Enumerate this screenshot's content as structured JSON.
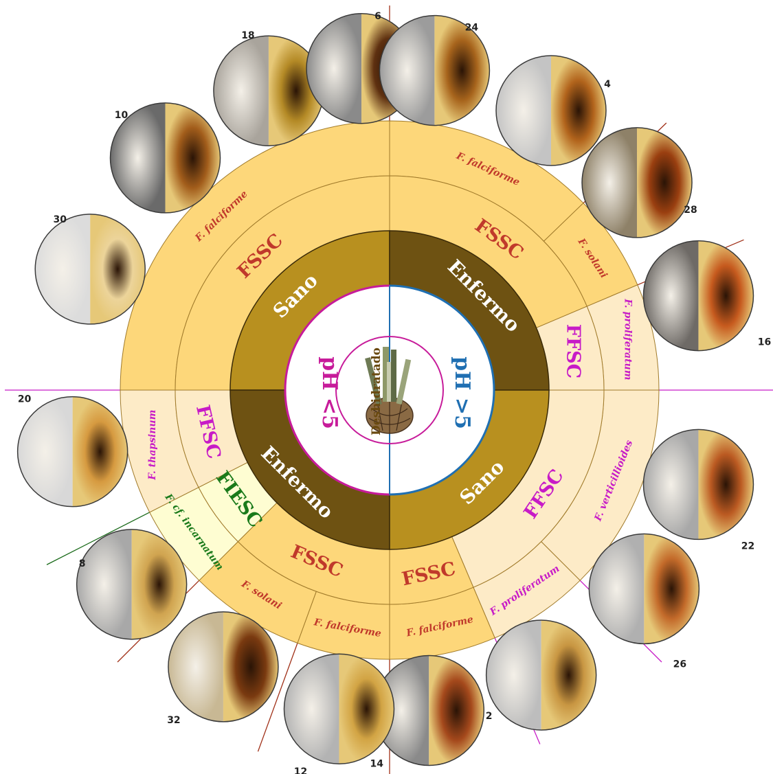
{
  "colors": {
    "sano": "#b8901f",
    "enfermo": "#6e5212",
    "fssc_fill": "#fdd77a",
    "ffsc_fill": "#fdebc7",
    "fiesc_fill": "#fefdd2",
    "fssc_text": "#c0392b",
    "ffsc_text": "#c71bc7",
    "fiesc_text": "#1a7a1a",
    "ph_low": "#c71b9a",
    "ph_high": "#1f6fb2",
    "boundary": "#a07a2a",
    "divider_fssc": "#a03018",
    "divider_ffsc": "#c71bc7",
    "divider_fiesc": "#1a6a1a"
  },
  "center": {
    "label": "Deshidratado",
    "image": "agave-pina-icon"
  },
  "ph": {
    "low": "pH <5",
    "high": "pH >5"
  },
  "condition_ring": [
    {
      "label": "Sano",
      "state": "sano"
    },
    {
      "label": "Enfermo",
      "state": "enfermo"
    },
    {
      "label": "Enfermo",
      "state": "enfermo"
    },
    {
      "label": "Sano",
      "state": "sano"
    }
  ],
  "complex_labels": [
    {
      "label": "FSSC",
      "group": "fssc"
    },
    {
      "label": "FSSC",
      "group": "fssc"
    },
    {
      "label": "FFSC",
      "group": "ffsc"
    },
    {
      "label": "FFSC",
      "group": "ffsc"
    },
    {
      "label": "FSSC",
      "group": "fssc"
    },
    {
      "label": "FSSC",
      "group": "fssc"
    },
    {
      "label": "FIESC",
      "group": "fiesc"
    },
    {
      "label": "FFSC",
      "group": "ffsc"
    }
  ],
  "species_labels": [
    {
      "label": "F. falciforme",
      "group": "fssc"
    },
    {
      "label": "F. falciforme",
      "group": "fssc"
    },
    {
      "label": "F. solani",
      "group": "fssc"
    },
    {
      "label": "F. proliferatum",
      "group": "ffsc"
    },
    {
      "label": "F. verticillioides",
      "group": "ffsc"
    },
    {
      "label": "F. proliferatum",
      "group": "ffsc"
    },
    {
      "label": "F. falciforme",
      "group": "fssc"
    },
    {
      "label": "F. falciforme",
      "group": "fssc"
    },
    {
      "label": "F. solani",
      "group": "fssc"
    },
    {
      "label": "F. cf. incarnatum",
      "group": "fiesc"
    },
    {
      "label": "F. thapsinum",
      "group": "ffsc"
    }
  ],
  "isolates": [
    {
      "number": "30",
      "front": "#dcdcdc",
      "back": "#ecd49a"
    },
    {
      "number": "10",
      "front": "#6a6a6a",
      "back": "#a25d1b"
    },
    {
      "number": "18",
      "front": "#a9a49c",
      "back": "#b48a26"
    },
    {
      "number": "6",
      "front": "#8a8a8a",
      "back": "#5e3010"
    },
    {
      "number": "24",
      "front": "#9c9c9c",
      "back": "#a7641c"
    },
    {
      "number": "4",
      "front": "#c4c4c4",
      "back": "#b2641c"
    },
    {
      "number": "28",
      "front": "#8e8168",
      "back": "#9a3f10"
    },
    {
      "number": "16",
      "front": "#6e6a66",
      "back": "#c65a1e"
    },
    {
      "number": "22",
      "front": "#a8a8a8",
      "back": "#bb5a22"
    },
    {
      "number": "26",
      "front": "#b0b0b0",
      "back": "#c36a2a"
    },
    {
      "number": "2",
      "front": "#bdbdbd",
      "back": "#c89642"
    },
    {
      "number": "14",
      "front": "#8a8a8a",
      "back": "#a5491c"
    },
    {
      "number": "12",
      "front": "#b3b3b3",
      "back": "#d2a444"
    },
    {
      "number": "32",
      "front": "#c8b894",
      "back": "#7a3a10"
    },
    {
      "number": "8",
      "front": "#a8a8a8",
      "back": "#d0a450"
    },
    {
      "number": "20",
      "front": "#d8d8d8",
      "back": "#d69a40"
    }
  ]
}
